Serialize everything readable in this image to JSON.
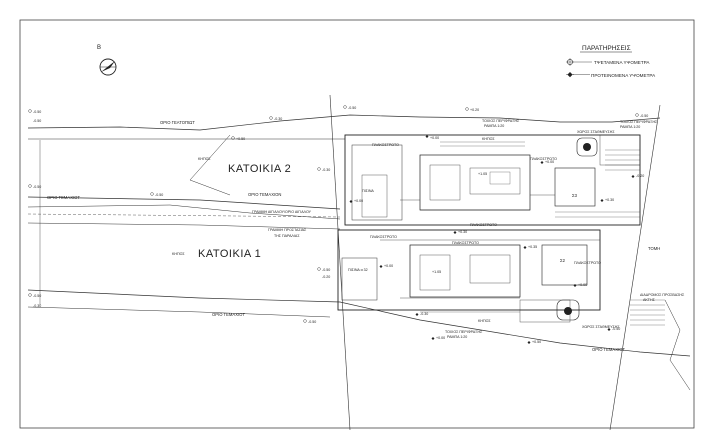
{
  "title_north": "B",
  "legend": {
    "header": "ΠΑΡΑΤΗΡΗΣΕΙΣ",
    "items": [
      {
        "label": "ΤΨΕΤΑΜΕΝΑ ΥΨΟΜΕΤΡΑ",
        "icon": "open-level-marker-icon"
      },
      {
        "label": "ΠΡΟΤΕΙΝΟΜΕΝΑ ΥΨΟΜΕΤΡΑ",
        "icon": "filled-level-marker-icon"
      }
    ]
  },
  "houses": {
    "house2_label": "ΚΑΤΟΙΚΙΑ 2",
    "house1_label": "ΚΑΤΟΙΚΙΑ 1"
  },
  "boundaries": {
    "plot_limit_top": "ΟΡΙΟ ΓΕΑΤΟΠΙΩΤ",
    "plot_limit_mid_left": "ΟΡΙΟ ΤΕΜΑΧΙΟΤ",
    "plot_limit_mid": "ΟΡΙΟ ΤΕΜΑΧΙΟΝ",
    "plot_limit_bottom_left": "ΟΡΙΟ ΤΕΜΑΧΙΟΤ",
    "plot_limit_bottom_right": "ΟΡΙΟ ΤΕΜΑΧΙΟΤ",
    "coast_line": "ΓΡΑΜΜΗ ΑΙΓΙΑΛΟΥ/ΟΡΙΟ ΑΙΓΙΑΛΟΥ",
    "protection_line_1": "ΓΡΑΜΜΗ ΠΡΟΣΤΑΣΙΑΣ",
    "protection_line_2": "ΤΗΣ ΠΑΡΑΛΙΑΣ",
    "section_label": "ΤΟΜΗ"
  },
  "garden_labels": {
    "garden_house2": "ΚΗΠΟΣ",
    "garden_house1": "ΚΗΠΟΣ",
    "garden_top": "ΚΗΠΟΣ",
    "garden_bottom": "ΚΗΠΟΣ"
  },
  "room_labels": {
    "pool_2": "ΠΙΣΙΝΑ",
    "pool_1": "ΠΙΣΙΝΑ α 32",
    "paving_a": "ΠΛΑΚΟΣΤΡΩΤΟ",
    "paving_b": "ΠΛΑΚΟΣΤΡΩΤΟ",
    "paving_c": "ΠΛΑΚΟΣΤΡΩΤΟ",
    "paving_d": "ΠΛΑΚΟΣΤΡΩΤΟ",
    "paving_e": "ΠΛΑΚΟΣΤΡΩΤΟ",
    "paving_f": "ΠΛΑΚΟΣΤΡΩΤΟ",
    "parking_top": "ΧΩΡΟΣ ΣΤΑΘΜΕΥΣΗΣ",
    "parking_bottom": "ΧΩΡΟΣ ΣΤΑΘΜΕΥΣΗΣ",
    "wall_top": "ΤΟΙΧΟΣ ΠΕΡΙΦΡΑΞΗΣ",
    "wall_top_b": "ΡΑΜΠΑ 1:20",
    "wall_bottom": "ΤΟΙΧΟΣ ΠΕΡΙΦΡΑΞΗΣ",
    "wall_bottom_b": "ΡΑΜΠΑ 1:20",
    "wall_right_a": "ΤΟΙΧΟΣ ΠΕΡΙΦΡΑΞΗΣ",
    "wall_right_b": "ΡΑΜΠΑ 1:20",
    "access": "ΔΙΑΔΡΟΜΟΣ ΠΡΟΣΒΑΣΗΣ",
    "access_b": "ΑΚΤΗΣ",
    "room_s3": "Σ3",
    "room_s2": "Σ2"
  },
  "level_marks": [
    {
      "id": "lv1",
      "text": "-0.50"
    },
    {
      "id": "lv2",
      "text": "-0.50"
    },
    {
      "id": "lv3",
      "text": "-0.50"
    },
    {
      "id": "lv4",
      "text": "-0.50"
    },
    {
      "id": "lv5",
      "text": "-0.30"
    },
    {
      "id": "lv6",
      "text": "+0.50"
    },
    {
      "id": "lv7",
      "text": "-0.30"
    },
    {
      "id": "lv8",
      "text": "-0.50"
    },
    {
      "id": "lv9",
      "text": "+0.00"
    },
    {
      "id": "lv10",
      "text": "+0.20"
    },
    {
      "id": "lv11",
      "text": "-0.30"
    },
    {
      "id": "lv12",
      "text": "-0.50"
    },
    {
      "id": "lv13",
      "text": "-0.50"
    },
    {
      "id": "lv14",
      "text": "-0.20"
    },
    {
      "id": "lv15",
      "text": "+0.00"
    },
    {
      "id": "lv16",
      "text": "+0.30"
    },
    {
      "id": "lv17",
      "text": "+1.05"
    },
    {
      "id": "lv18",
      "text": "+0.00"
    },
    {
      "id": "lv19",
      "text": "+0.30"
    },
    {
      "id": "lv20",
      "text": "-0.20"
    },
    {
      "id": "lv21",
      "text": "-0.50"
    },
    {
      "id": "lv22",
      "text": "-0.50"
    },
    {
      "id": "lv23",
      "text": "+0.00"
    },
    {
      "id": "lv24",
      "text": "+0.35"
    },
    {
      "id": "lv25",
      "text": "-0.30"
    },
    {
      "id": "lv26",
      "text": "+0.50"
    },
    {
      "id": "lv27",
      "text": "+0.00"
    },
    {
      "id": "lv28",
      "text": "-0.50"
    },
    {
      "id": "lv29",
      "text": "+1.05"
    },
    {
      "id": "lv30",
      "text": "+0.00"
    }
  ],
  "colors": {
    "ink": "#222222",
    "paper": "#ffffff"
  }
}
